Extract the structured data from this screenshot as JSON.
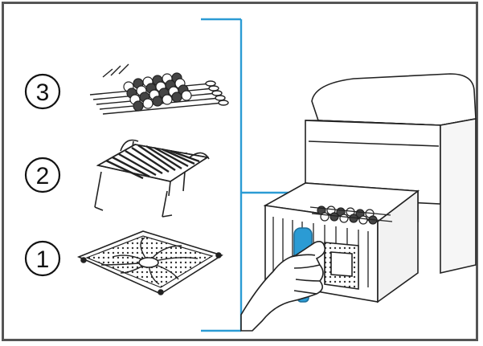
{
  "diagram": {
    "title": "",
    "steps": [
      {
        "number": "3",
        "item": "skewer-rack-with-skewers"
      },
      {
        "number": "2",
        "item": "double-layer-grill-rack"
      },
      {
        "number": "1",
        "item": "crisper-plate"
      }
    ],
    "bracket_color": "#2b9bd4",
    "line_color": "#222222"
  }
}
